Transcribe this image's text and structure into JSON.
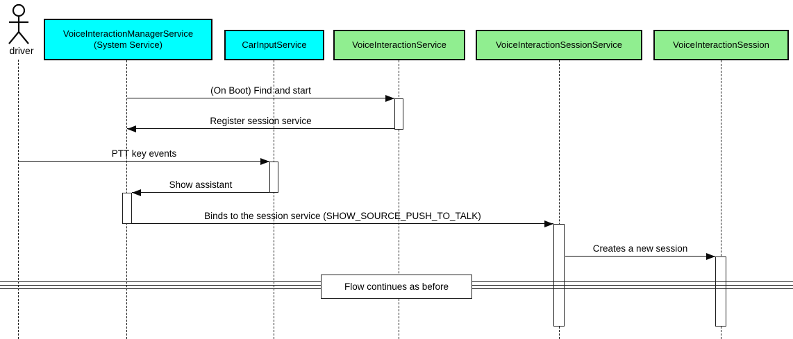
{
  "diagram": {
    "type": "sequence-diagram",
    "actor": {
      "label": "driver"
    },
    "participants": [
      {
        "id": "voice-interaction-manager-service",
        "label": "VoiceInteractionManagerService\n(System Service)",
        "color": "#00FFFF"
      },
      {
        "id": "car-input-service",
        "label": "CarInputService",
        "color": "#00FFFF"
      },
      {
        "id": "voice-interaction-service",
        "label": "VoiceInteractionService",
        "color": "#90EE90"
      },
      {
        "id": "voice-interaction-session-service",
        "label": "VoiceInteractionSessionService",
        "color": "#90EE90"
      },
      {
        "id": "voice-interaction-session",
        "label": "VoiceInteractionSession",
        "color": "#90EE90"
      }
    ],
    "messages": [
      {
        "text": "(On Boot) Find and start",
        "from": "VoiceInteractionManagerService",
        "to": "VoiceInteractionService",
        "direction": "right"
      },
      {
        "text": "Register session service",
        "from": "VoiceInteractionService",
        "to": "VoiceInteractionManagerService",
        "direction": "left"
      },
      {
        "text": "PTT key events",
        "from": "driver",
        "to": "CarInputService",
        "direction": "right"
      },
      {
        "text": "Show assistant",
        "from": "CarInputService",
        "to": "VoiceInteractionManagerService",
        "direction": "left"
      },
      {
        "text": "Binds to the session service (SHOW_SOURCE_PUSH_TO_TALK)",
        "from": "VoiceInteractionManagerService",
        "to": "VoiceInteractionSessionService",
        "direction": "right"
      },
      {
        "text": "Creates a new session",
        "from": "VoiceInteractionSessionService",
        "to": "VoiceInteractionSession",
        "direction": "right"
      }
    ],
    "divider": {
      "label": "Flow continues as before"
    },
    "colors": {
      "cyan_box": "#00FFFF",
      "green_box": "#90EE90",
      "line": "#000000",
      "background": "#FFFFFF"
    }
  }
}
